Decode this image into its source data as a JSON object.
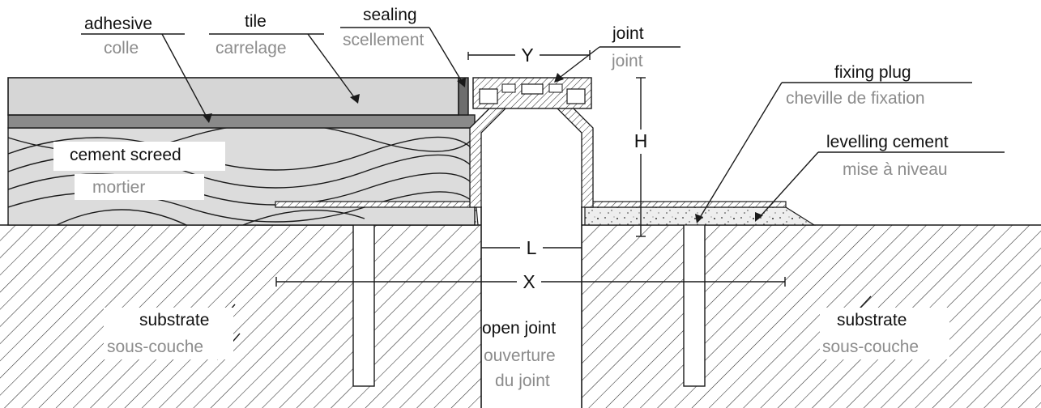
{
  "labels": {
    "adhesive": {
      "en": "adhesive",
      "fr": "colle"
    },
    "tile": {
      "en": "tile",
      "fr": "carrelage"
    },
    "sealing": {
      "en": "sealing",
      "fr": "scellement"
    },
    "joint": {
      "en": "joint",
      "fr": "joint"
    },
    "fixing_plug": {
      "en": "fixing plug",
      "fr": "cheville de fixation"
    },
    "levelling_cement": {
      "en": "levelling cement",
      "fr": "mise à niveau"
    },
    "cement_screed": {
      "en": "cement screed",
      "fr": "mortier"
    },
    "substrate_left": {
      "en": "substrate",
      "fr": "sous-couche"
    },
    "substrate_right": {
      "en": "substrate",
      "fr": "sous-couche"
    },
    "open_joint": {
      "en": "open joint",
      "fr_line1": "ouverture",
      "fr_line2": "du joint"
    }
  },
  "dimensions": {
    "Y": "Y",
    "H": "H",
    "L": "L",
    "X": "X"
  },
  "colors": {
    "label_primary": "#111111",
    "label_secondary": "#8c8c8c",
    "tile_fill": "#d6d6d6",
    "adhesive_fill": "#8a8a8a",
    "screed_fill": "#dcdcdc",
    "sealing_fill": "#6e6e6e",
    "line": "#1a1a1a"
  }
}
